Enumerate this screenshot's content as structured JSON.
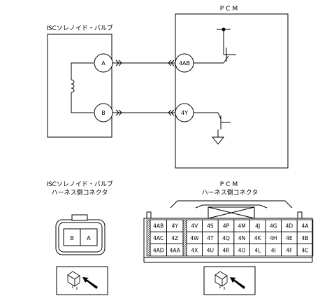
{
  "labels": {
    "pcm": "PCM",
    "isc_solenoid": "ISCソレノイド・バルブ",
    "isc_connector_line1": "ISCソレノイド・バルブ",
    "isc_connector_line2": "ハーネス側コネクタ",
    "pcm_connector_line1": "PCM",
    "pcm_connector_line2": "ハーネス側コネクタ"
  },
  "solenoid_pins": {
    "a": "A",
    "b": "B"
  },
  "pcm_pins": {
    "ab": "4AB",
    "y": "4Y"
  },
  "isc_connector_cells": [
    "B",
    "A"
  ],
  "pcm_connector_rows": [
    [
      "4AB",
      "4Y",
      "4V",
      "4S",
      "4P",
      "4M",
      "4J",
      "4G",
      "4D",
      "4A"
    ],
    [
      "4AC",
      "4Z",
      "4W",
      "4T",
      "4Q",
      "4N",
      "4K",
      "4H",
      "4E",
      "4B"
    ],
    [
      "4AD",
      "4AA",
      "4X",
      "4U",
      "4R",
      "4O",
      "4L",
      "4I",
      "4F",
      "4C"
    ]
  ]
}
